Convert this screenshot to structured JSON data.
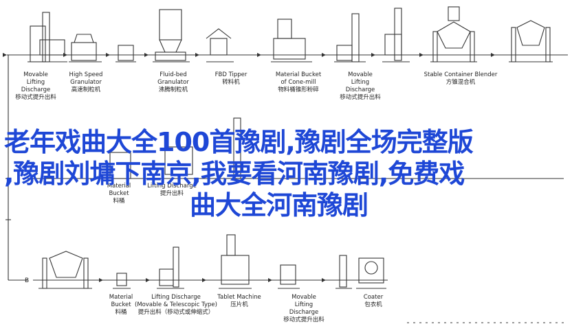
{
  "row1": [
    {
      "en": [
        "Movable",
        "Lifting",
        "Discharge"
      ],
      "zh": "移动式提升出料"
    },
    {
      "en": [
        "High Speed",
        "Granulator"
      ],
      "zh": "高速制粒机"
    },
    {
      "en": [
        "Fluid-bed",
        "Granulator"
      ],
      "zh": "沸腾制粒机"
    },
    {
      "en": [
        "FBD Tipper"
      ],
      "zh": "转料机"
    },
    {
      "en": [
        "Material Bucket",
        "of Cone-mill"
      ],
      "zh": "物料桶锥形粉碎"
    },
    {
      "en": [
        "Movable",
        "Lifting",
        "Discharge"
      ],
      "zh": "移动式提升出料"
    },
    {
      "en": [
        "Stable Container Blender"
      ],
      "zh": "方锥混合机"
    }
  ],
  "row2": [
    {
      "en": [
        "Material",
        "Bucket"
      ],
      "zh": "料桶"
    },
    {
      "en": [
        "Lifting Discharge"
      ],
      "zh": "提升出料"
    }
  ],
  "row3": [
    {
      "en": [
        "Material",
        "Bucket"
      ],
      "zh": "料桶"
    },
    {
      "en": [
        "Lifting Discharge",
        "(Movable & Telescopic Type)"
      ],
      "zh": "提升出料（移动式或伸缩式）"
    },
    {
      "en": [
        "Tablet Machine"
      ],
      "zh": "压片机"
    },
    {
      "en": [
        "Movable",
        "Lifting",
        "Discharge"
      ],
      "zh": "移动式提升出料"
    },
    {
      "en": [
        "Coater"
      ],
      "zh": "包衣机"
    }
  ],
  "markers": {
    "b": "B"
  },
  "overlay_title": [
    "老年戏曲大全100首豫剧,豫剧全场完整版",
    ",豫剧刘墉下南京,我要看河南豫剧,免费戏",
    "曲大全河南豫剧"
  ]
}
